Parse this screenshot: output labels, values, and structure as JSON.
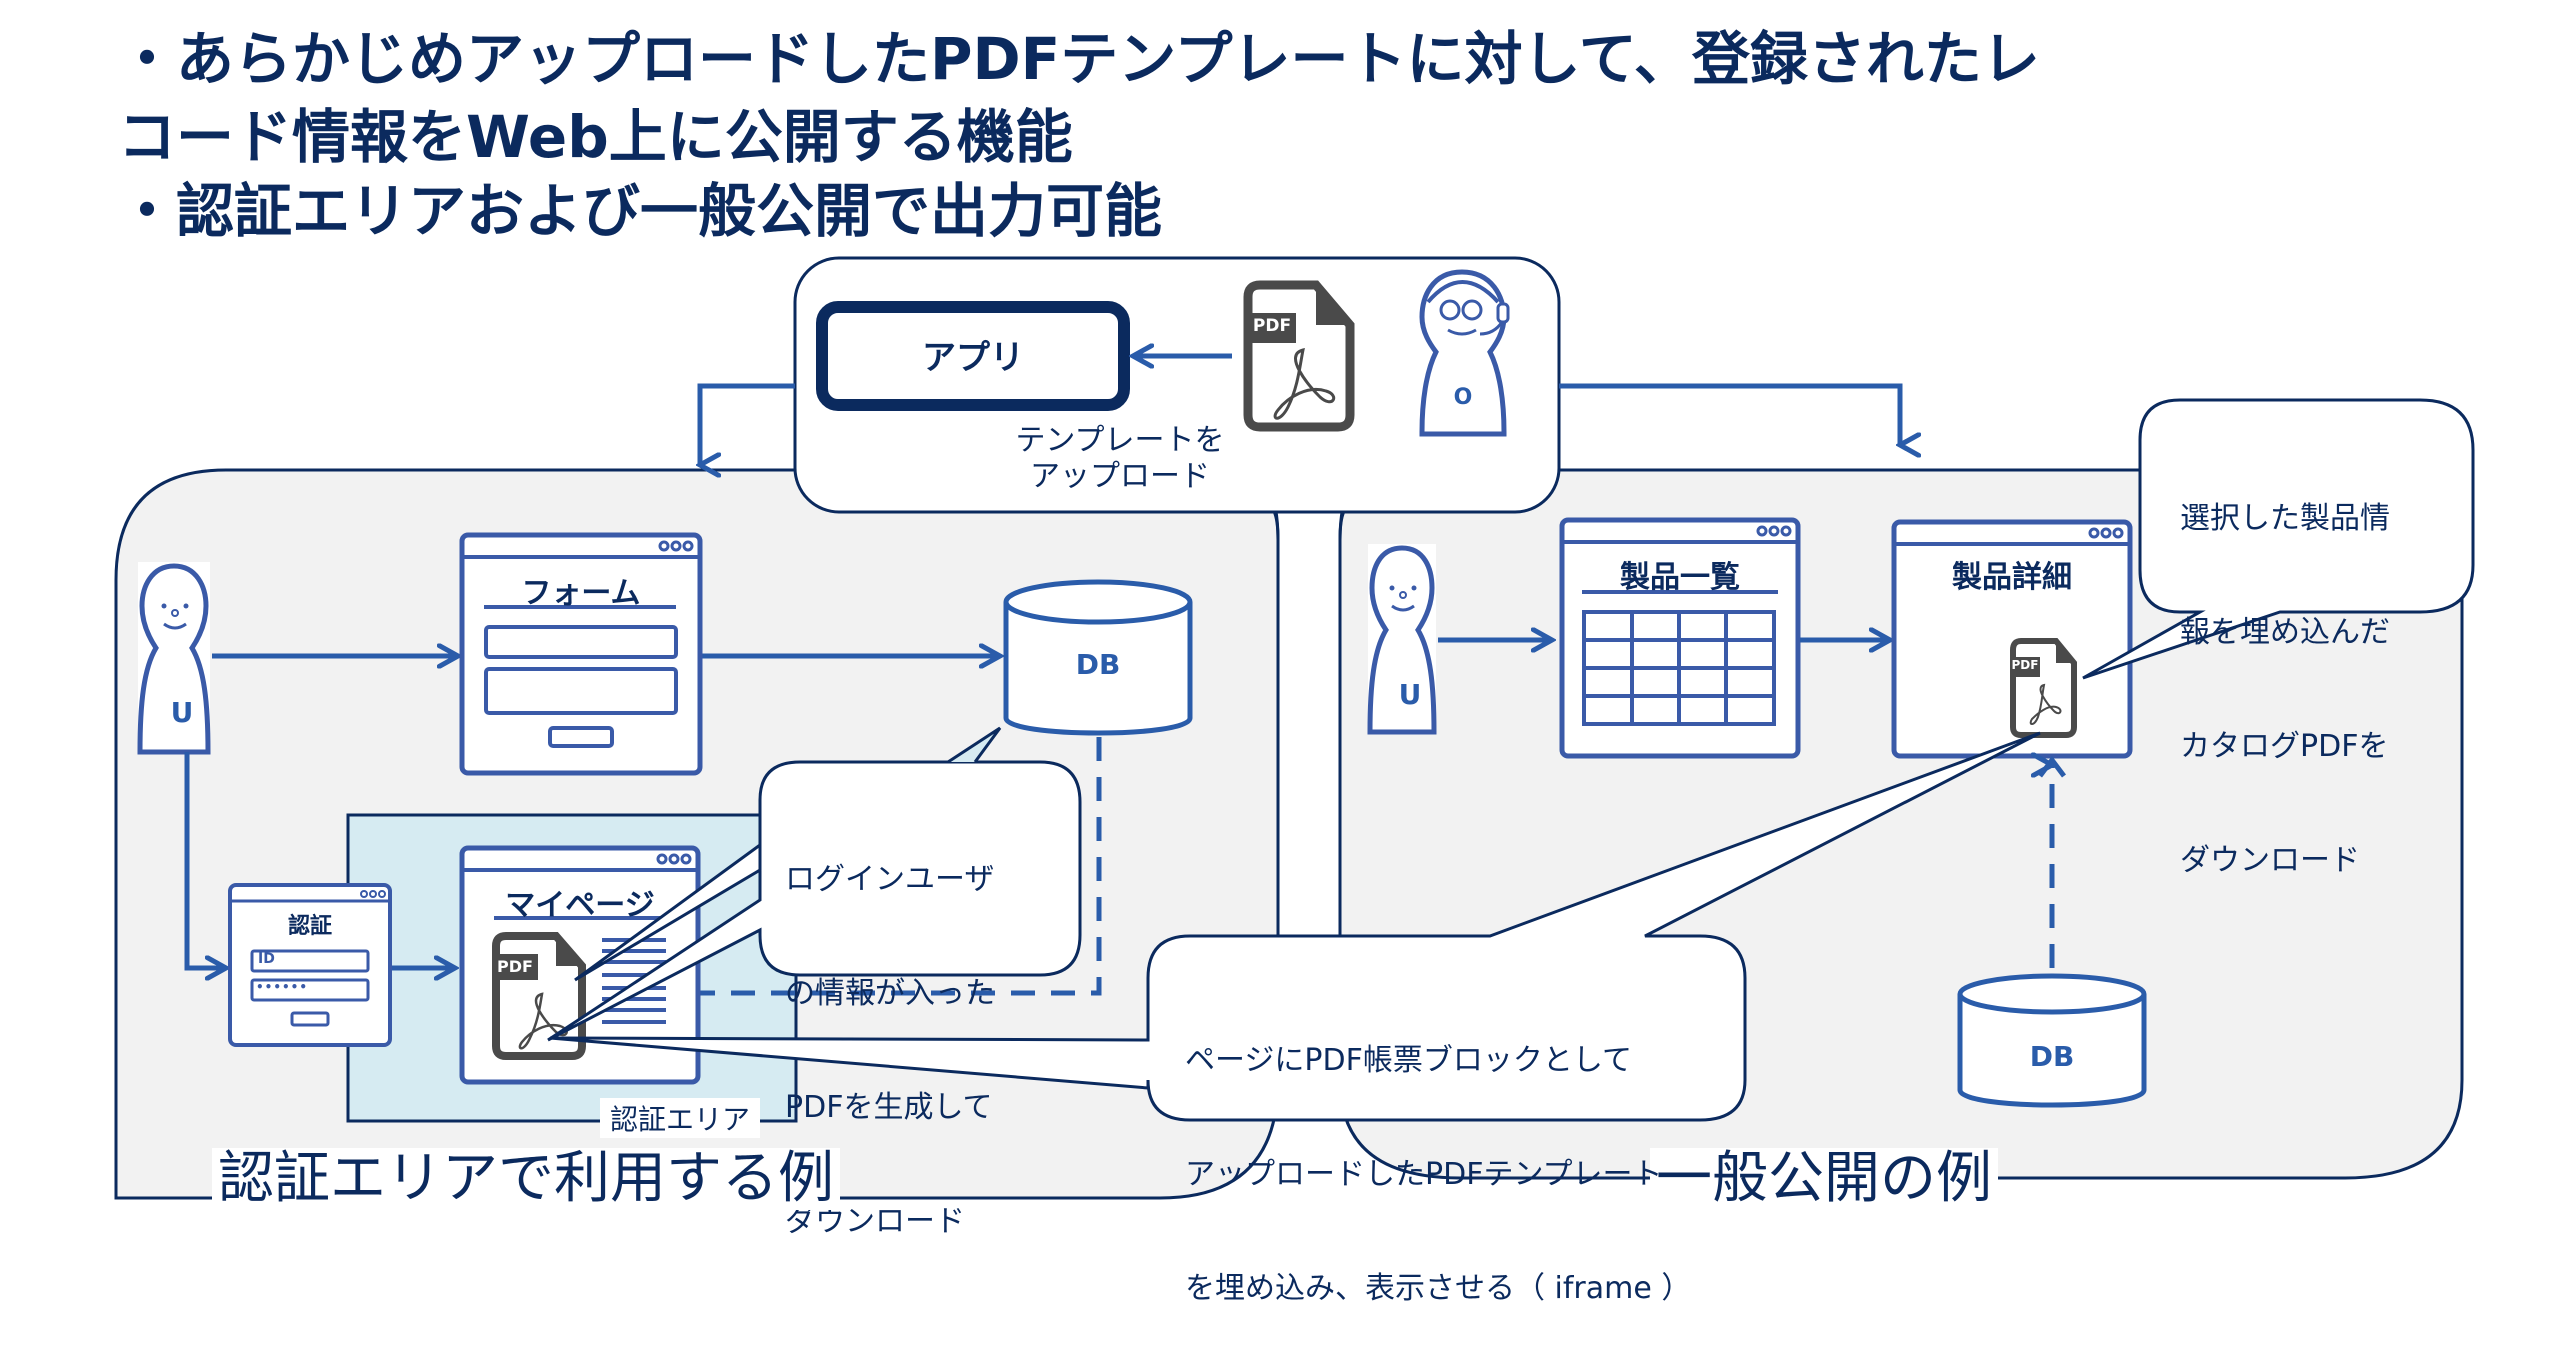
{
  "title": {
    "lines": [
      "・あらかじめアップロードしたPDFテンプレートに対して、登録されたレ",
      "コード情報をWeb上に公開する機能",
      "・認証エリアおよび一般公開で出力可能"
    ]
  },
  "top_panel": {
    "app_label": "アプリ",
    "upload_caption_1": "テンプレートを",
    "upload_caption_2": "アップロード",
    "operator_letter": "O",
    "pdf_tag": "PDF"
  },
  "left_panel": {
    "section_title": "認証エリアで利用する例",
    "user_letter": "U",
    "form_title": "フォーム",
    "db_label": "DB",
    "auth_title": "認証",
    "auth_id_placeholder": "ID",
    "auth_password_mask": "••••••",
    "mypage_title": "マイページ",
    "pdf_tag": "PDF",
    "auth_area_label": "認証エリア",
    "callout_lines": [
      "ログインユーザ",
      "の情報が入った",
      "PDFを生成して",
      "ダウンロード"
    ]
  },
  "right_panel": {
    "section_title": "一般公開の例",
    "user_letter": "U",
    "list_title": "製品一覧",
    "detail_title": "製品詳細",
    "pdf_tag": "PDF",
    "db_label": "DB",
    "callout_lines": [
      "選択した製品情",
      "報を埋め込んだ",
      "カタログPDFを",
      "ダウンロード"
    ]
  },
  "center_callout": {
    "lines": [
      "ページにPDF帳票ブロックとして",
      "アップロードしたPDFテンプレート",
      "を埋め込み、表示させる（ iframe ）"
    ]
  },
  "window_dots": "ooo",
  "colors": {
    "navy": "#0b2a5e",
    "blue": "#2a5caa",
    "panel_bg": "#f2f2f2",
    "auth_area_bg": "#d6ebf2",
    "pdf_gray": "#4a4a4a"
  }
}
